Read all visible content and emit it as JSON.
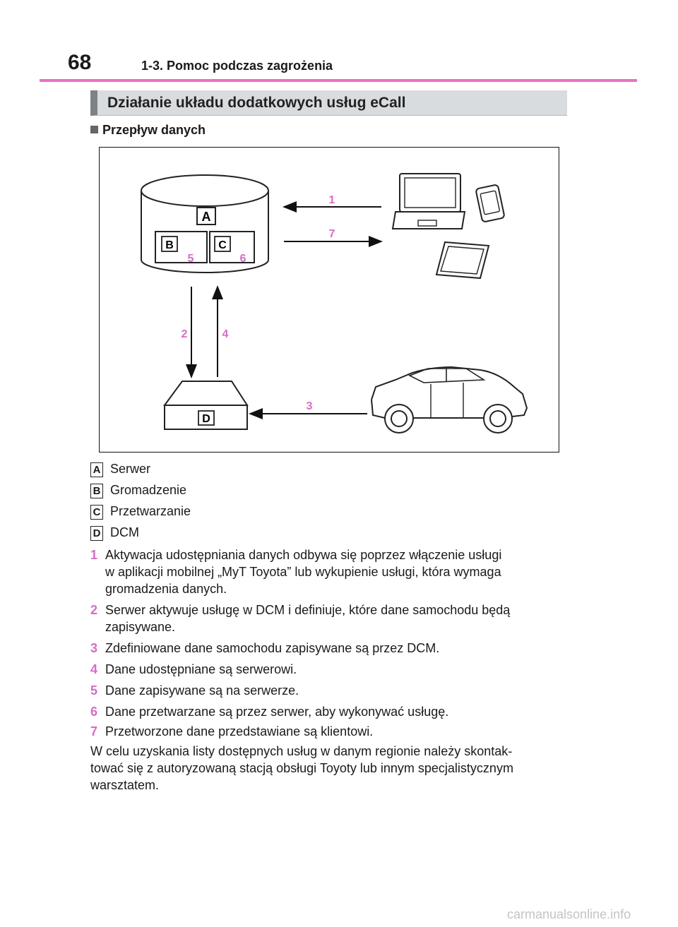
{
  "header": {
    "page_number": "68",
    "chapter": "1-3. Pomoc podczas zagrożenia"
  },
  "section": {
    "title": "Działanie układu dodatkowych usług eCall"
  },
  "subsection": {
    "title": "Przepływ danych"
  },
  "diagram": {
    "box_labels": [
      "A",
      "B",
      "C",
      "D"
    ],
    "step_numbers": [
      "1",
      "2",
      "3",
      "4",
      "5",
      "6",
      "7"
    ],
    "accent_color": "#d66cc7"
  },
  "legend": [
    {
      "key": "A",
      "label": "Serwer"
    },
    {
      "key": "B",
      "label": "Gromadzenie"
    },
    {
      "key": "C",
      "label": "Przetwarzanie"
    },
    {
      "key": "D",
      "label": "DCM"
    }
  ],
  "steps": [
    {
      "num": "1",
      "line1": "Aktywacja udostępniania danych odbywa się poprzez włączenie usługi",
      "line2": "w aplikacji mobilnej „MyT Toyota” lub wykupienie usługi, która wymaga",
      "line3": "gromadzenia danych."
    },
    {
      "num": "2",
      "line1": "Serwer aktywuje usługę w DCM i definiuje, które dane samochodu będą",
      "line2": "zapisywane."
    },
    {
      "num": "3",
      "line1": "Zdefiniowane dane samochodu zapisywane są przez DCM."
    },
    {
      "num": "4",
      "line1": "Dane udostępniane są serwerowi."
    },
    {
      "num": "5",
      "line1": "Dane zapisywane są na serwerze."
    },
    {
      "num": "6",
      "line1": "Dane przetwarzane są przez serwer, aby wykonywać usługę."
    },
    {
      "num": "7",
      "line1": "Przetworzone dane przedstawiane są klientowi."
    }
  ],
  "note": {
    "line1": "W celu uzyskania listy dostępnych usług w danym regionie należy skontak-",
    "line2": "tować się z autoryzowaną stacją obsługi Toyoty lub innym specjalistycznym",
    "line3": "warsztatem."
  },
  "watermark": "carmanualsonline.info"
}
